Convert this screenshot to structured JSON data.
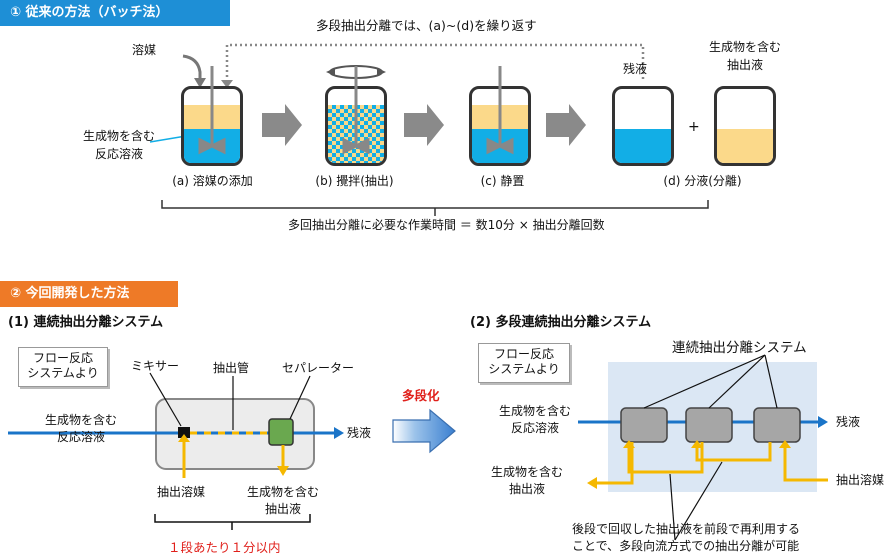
{
  "section1": {
    "banner": "① 従来の方法（バッチ法）",
    "repeat_note": "多段抽出分離では、(a)~(d)を繰り返す",
    "solvent": "溶媒",
    "product_line1": "生成物を含む",
    "product_line2": "反応溶液",
    "residual": "残液",
    "extract_line1": "生成物を含む",
    "extract_line2": "抽出液",
    "plus": "+",
    "steps": [
      "(a) 溶媒の添加",
      "(b) 攪拌(抽出)",
      "(c) 静置",
      "(d) 分液(分離)"
    ],
    "time_note": "多回抽出分離に必要な作業時間 ＝ 数10分 × 抽出分離回数"
  },
  "section2": {
    "banner": "② 今回開発した方法",
    "sub1_title": "(1) 連続抽出分離システム",
    "sub2_title": "(2) 多段連続抽出分離システム",
    "flow_line1": "フロー反応",
    "flow_line2": "システムより",
    "mixer": "ミキサー",
    "tube": "抽出管",
    "separator": "セパレーター",
    "product_line1": "生成物を含む",
    "product_line2": "反応溶液",
    "residual": "残液",
    "extract_solvent": "抽出溶媒",
    "extract_line1": "生成物を含む",
    "extract_line2": "抽出液",
    "time_note": "１段あたり１分以内",
    "multistage": "多段化",
    "system_label": "連続抽出分離システム",
    "reuse_line1": "後段で回収した抽出液を前段で再利用する",
    "reuse_line2": "ことで、多段向流方式での抽出分離が可能"
  },
  "colors": {
    "blue_banner": "#1e8fd6",
    "orange_banner": "#ee7a27",
    "aqueous": "#12aee6",
    "organic": "#fbd98a",
    "flow_arrow": "#1a74c8",
    "solvent_arrow": "#f5b800",
    "separator_green": "#6aa84f",
    "note_red": "#e0201b"
  }
}
